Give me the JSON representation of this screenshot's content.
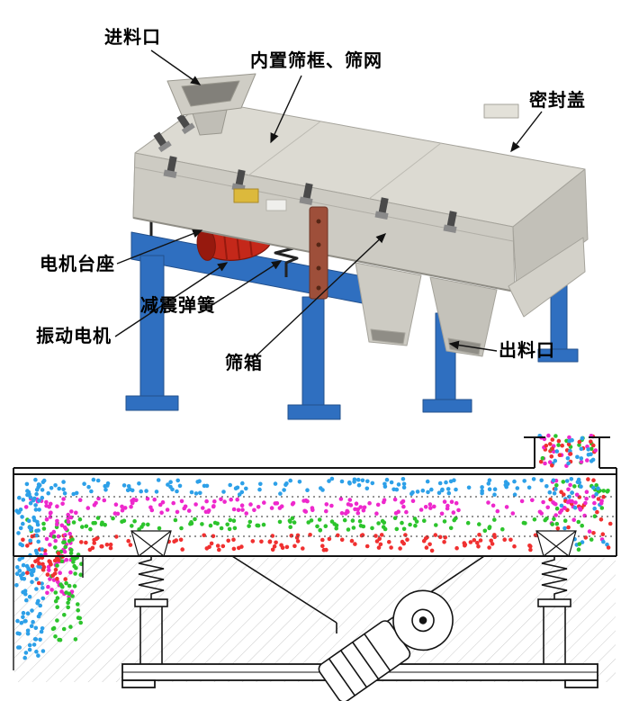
{
  "page": {
    "background": "#ffffff"
  },
  "labels": {
    "feed_inlet": "进料口",
    "inner_screen_frame": "内置筛框、筛网",
    "seal_cover": "密封盖",
    "motor_base": "电机台座",
    "damping_spring": "减震弹簧",
    "vibration_motor": "振动电机",
    "screen_box": "筛箱",
    "discharge_outlet": "出料口"
  },
  "machine_colors": {
    "body": "#d7d5cd",
    "body_dark": "#c2c0b8",
    "frame_blue": "#2f6fc0",
    "motor_red": "#c4281a",
    "bracket_brown": "#9e4f3a"
  },
  "schematic": {
    "line_color": "#141414",
    "hatch_color": "#c9c9c9",
    "dot_radius": 2.3,
    "seed": 7,
    "particle_colors": {
      "blue": "#2da0e8",
      "magenta": "#ee28cc",
      "green": "#2cc42c",
      "red": "#f03030"
    },
    "particle_layers": [
      {
        "name": "feed-mix-above-inlet",
        "colors": [
          "blue",
          "magenta",
          "green",
          "red"
        ],
        "x": [
          598,
          662
        ],
        "y": [
          484,
          518
        ],
        "count": 70
      },
      {
        "name": "feed-column-right-end",
        "colors": [
          "blue",
          "magenta",
          "green",
          "red"
        ],
        "x": [
          610,
          680
        ],
        "y": [
          531,
          613
        ],
        "count": 90
      },
      {
        "name": "blue-top-band",
        "colors": [
          "blue"
        ],
        "x": [
          25,
          665
        ],
        "y": [
          532,
          550
        ],
        "count": 150
      },
      {
        "name": "magenta-band",
        "colors": [
          "magenta"
        ],
        "x": [
          25,
          655
        ],
        "y": [
          554,
          571
        ],
        "count": 150
      },
      {
        "name": "green-band",
        "colors": [
          "green"
        ],
        "x": [
          30,
          645
        ],
        "y": [
          575,
          590
        ],
        "count": 110
      },
      {
        "name": "red-bottom-band",
        "colors": [
          "red"
        ],
        "x": [
          25,
          640
        ],
        "y": [
          594,
          612
        ],
        "count": 130
      },
      {
        "name": "blue-fall-left",
        "colors": [
          "blue"
        ],
        "x": [
          18,
          48
        ],
        "y": [
          552,
          732
        ],
        "count": 110
      },
      {
        "name": "magenta-fall-left",
        "colors": [
          "magenta"
        ],
        "x": [
          50,
          80
        ],
        "y": [
          572,
          665
        ],
        "count": 60
      },
      {
        "name": "green-fall-left",
        "colors": [
          "green"
        ],
        "x": [
          56,
          92
        ],
        "y": [
          596,
          712
        ],
        "count": 55
      },
      {
        "name": "red-fall-left",
        "colors": [
          "red"
        ],
        "x": [
          30,
          74
        ],
        "y": [
          614,
          648
        ],
        "count": 25
      }
    ]
  }
}
